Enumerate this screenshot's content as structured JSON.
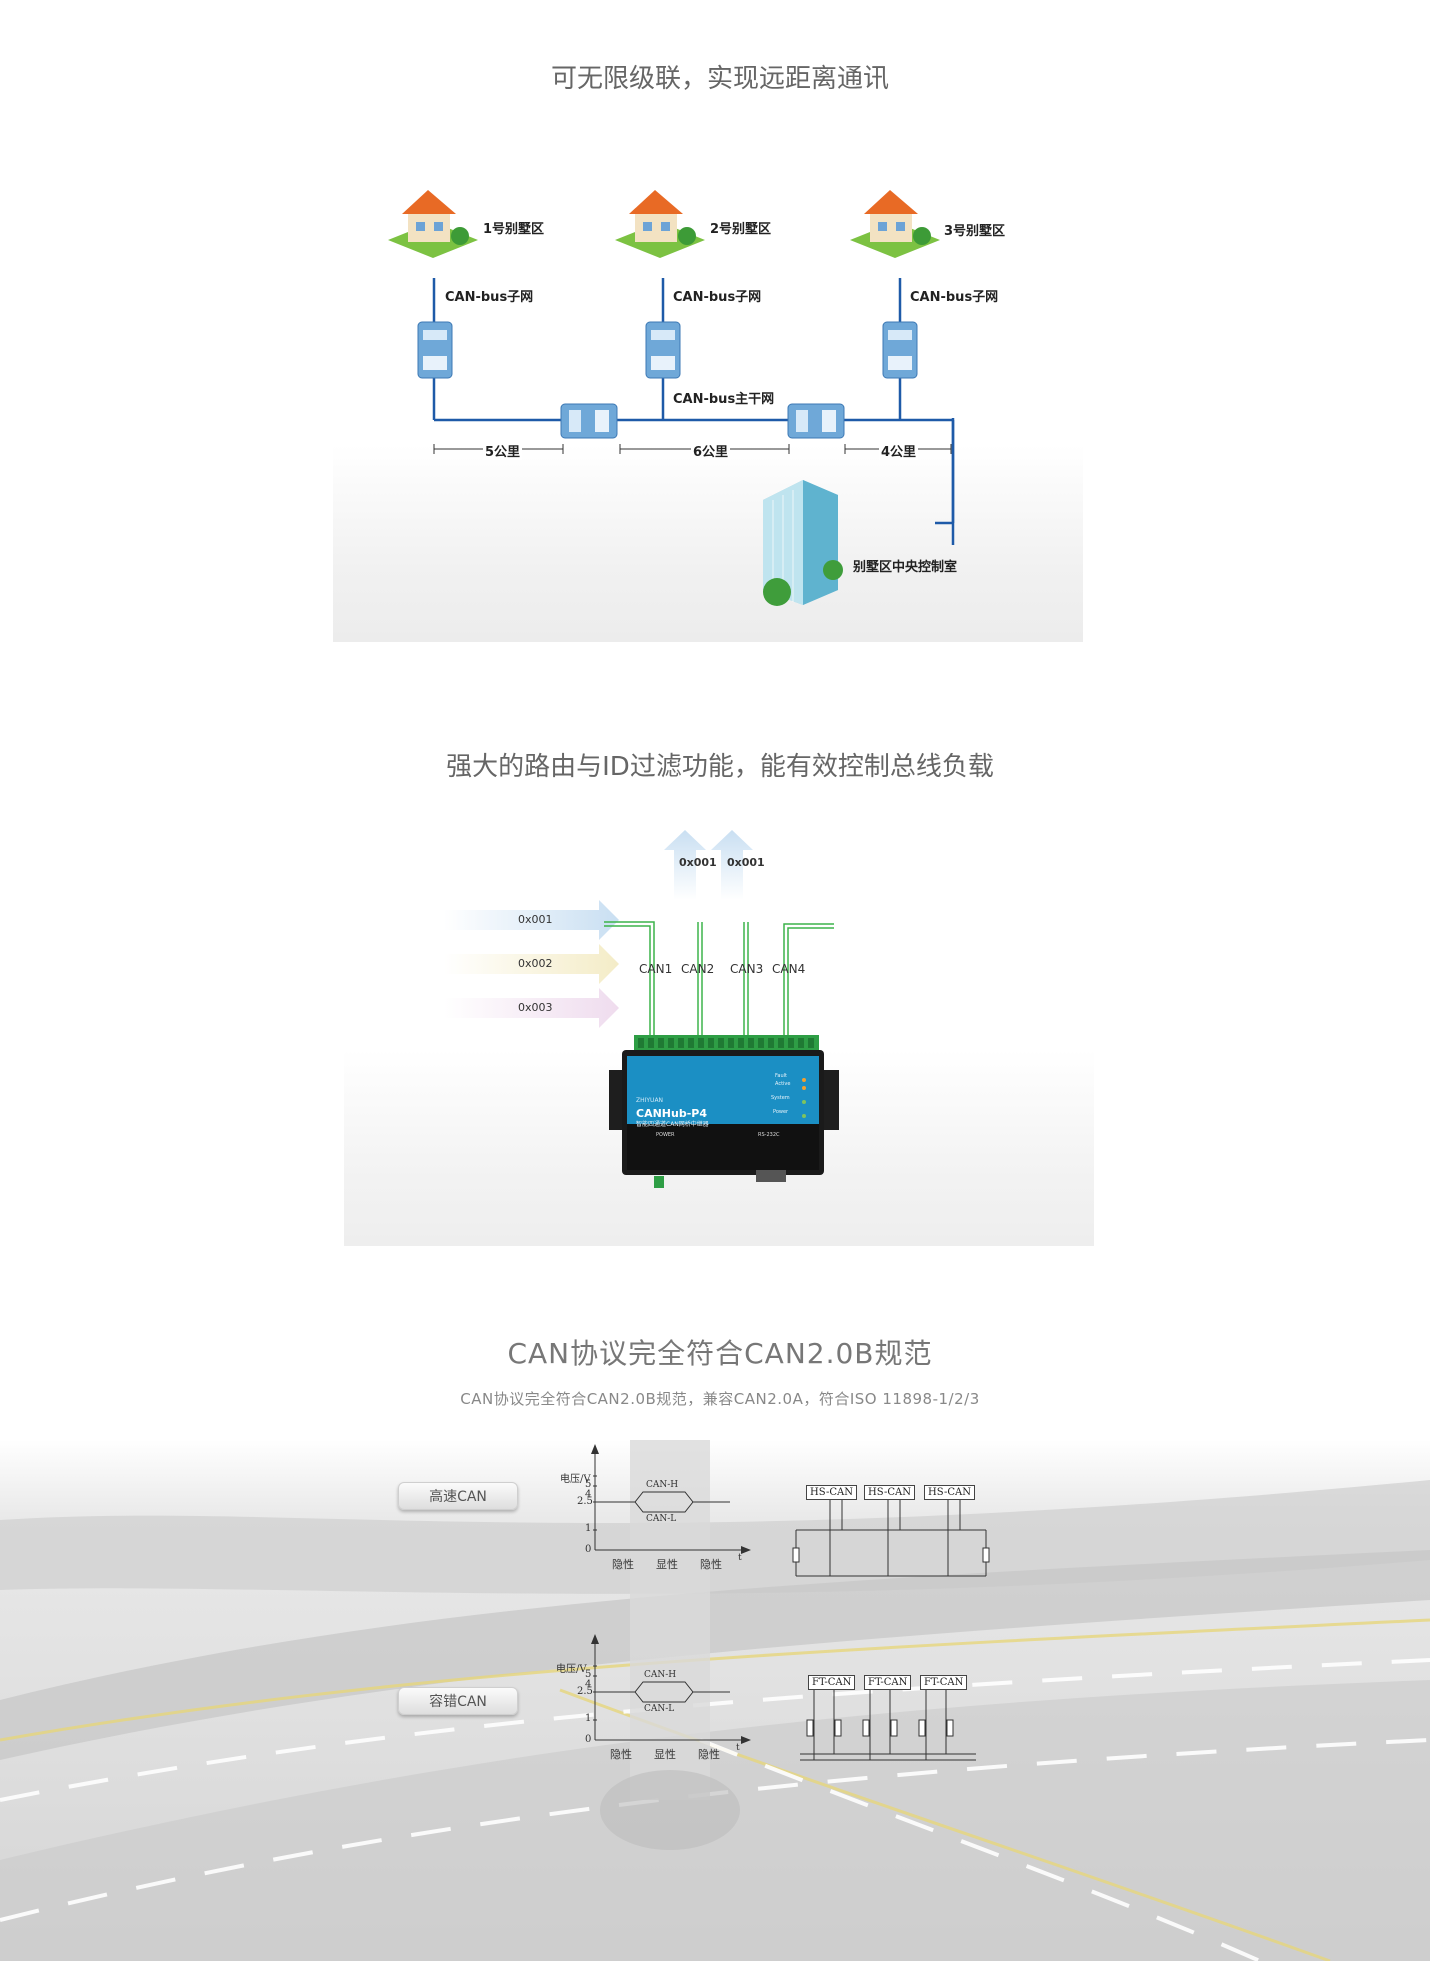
{
  "section1": {
    "title": "可无限级联，实现远距离通讯",
    "villas": [
      "1号别墅区",
      "2号别墅区",
      "3号别墅区"
    ],
    "subnet_label": "CAN-bus子网",
    "backbone_label": "CAN-bus主干网",
    "distances": [
      "5公里",
      "6公里",
      "4公里"
    ],
    "control_room": "别墅区中央控制室"
  },
  "section2": {
    "title": "强大的路由与ID过滤功能，能有效控制总线负载",
    "input_ids": [
      "0x001",
      "0x002",
      "0x003"
    ],
    "output_ids": [
      "0x001",
      "0x001"
    ],
    "channels": [
      "CAN1",
      "CAN2",
      "CAN3",
      "CAN4"
    ],
    "device_name": "CANHub-P4",
    "device_subtitle": "智能四通道CAN网桥中继器",
    "device_brand": "ZHIYUAN",
    "port_labels": [
      "POWER",
      "RS-232C"
    ],
    "led_labels": [
      "Fault",
      "Active",
      "System",
      "Power"
    ],
    "colors": {
      "arrow_blue": "#c9dff2",
      "arrow_yellow": "#f4ecc7",
      "arrow_pink": "#efdcee",
      "wire_green": "#3cb44a",
      "device_blue": "#1b8fc4"
    }
  },
  "section3": {
    "title": "CAN协议完全符合CAN2.0B规范",
    "subtitle": "CAN协议完全符合CAN2.0B规范，兼容CAN2.0A，符合ISO 11898-1/2/3",
    "rows": [
      {
        "button": "高速CAN",
        "y_axis_label": "电压/V",
        "y_ticks": [
          "5",
          "4",
          "2.5",
          "1",
          "0"
        ],
        "signal_labels": [
          "CAN-H",
          "CAN-L"
        ],
        "x_labels": [
          "隐性",
          "显性",
          "隐性",
          "t"
        ],
        "nodes": [
          "HS-CAN",
          "HS-CAN",
          "HS-CAN"
        ]
      },
      {
        "button": "容错CAN",
        "y_axis_label": "电压/V",
        "y_ticks": [
          "5",
          "4",
          "2.5",
          "1",
          "0"
        ],
        "signal_labels": [
          "CAN-H",
          "CAN-L"
        ],
        "x_labels": [
          "隐性",
          "显性",
          "隐性",
          "t"
        ],
        "nodes": [
          "FT-CAN",
          "FT-CAN",
          "FT-CAN"
        ]
      }
    ]
  }
}
